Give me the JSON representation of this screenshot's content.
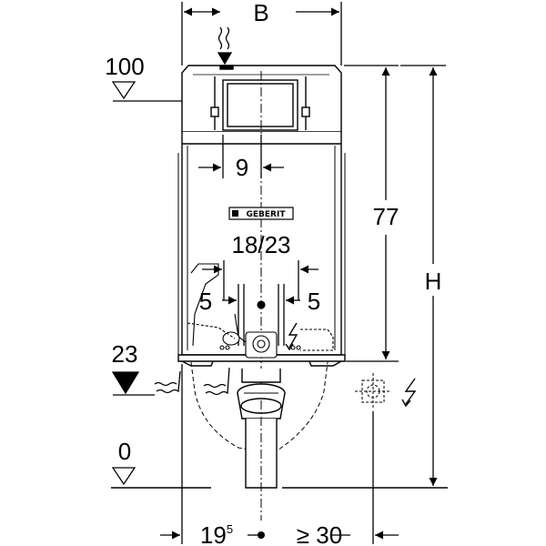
{
  "labels": {
    "width": "B",
    "height": "H",
    "elevation_top": "100",
    "elevation_mid": "23",
    "elevation_floor": "0",
    "frame_height": "77",
    "flush_offset": "9",
    "water_range": "18/23",
    "left_gap": "5",
    "right_gap": "5",
    "bottom_left_base": "19",
    "bottom_left_sup": "5",
    "bottom_right": "≥ 30"
  },
  "logo": "GEBERIT",
  "icons": {
    "water_supply": "wavy-arrows-icon",
    "power_supply": "lightning-icon",
    "socket": "socket-icon",
    "elevation_open": "triangle-down-open-icon",
    "elevation_filled": "triangle-down-filled-icon"
  },
  "colors": {
    "line": "#000000",
    "background": "#ffffff"
  }
}
